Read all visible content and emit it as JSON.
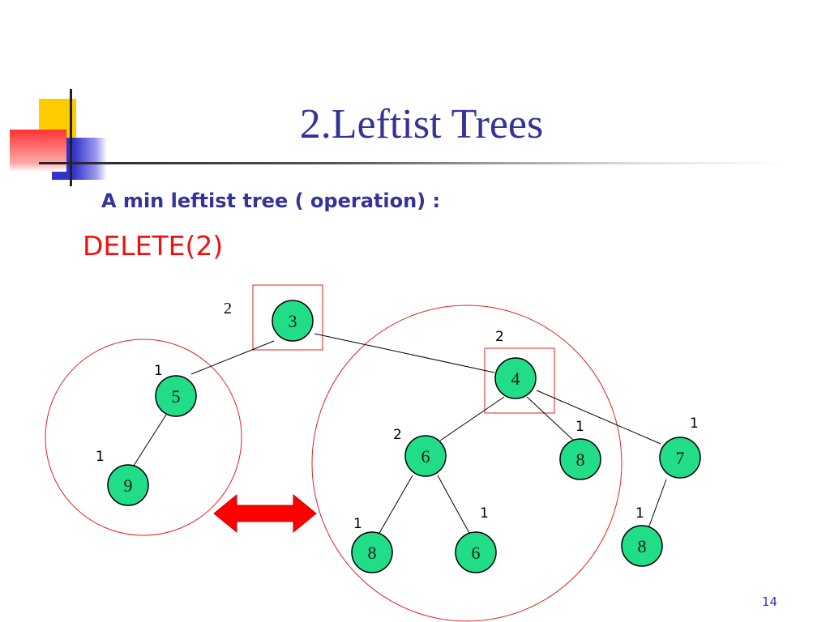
{
  "slide": {
    "title": "2.Leftist Trees",
    "subtitle": "A min leftist tree ( operation) :",
    "operation": "DELETE(2)",
    "page_number": "14"
  },
  "colors": {
    "title": "#33339a",
    "operation": "#ee1111",
    "node_fill": "#22dd88",
    "circle_outline": "#dd2222",
    "arrow": "#ff0000"
  },
  "tree": {
    "nodes": [
      {
        "id": "root-3",
        "label": "3",
        "npl": "2"
      },
      {
        "id": "left-5",
        "label": "5",
        "npl": "1"
      },
      {
        "id": "left-9",
        "label": "9",
        "npl": "1"
      },
      {
        "id": "right-4",
        "label": "4",
        "npl": "2"
      },
      {
        "id": "right-6",
        "label": "6",
        "npl": "2"
      },
      {
        "id": "right-8a",
        "label": "8",
        "npl": "1"
      },
      {
        "id": "right-7",
        "label": "7",
        "npl": "1"
      },
      {
        "id": "right-8b",
        "label": "8",
        "npl": "1"
      },
      {
        "id": "right-6b",
        "label": "6",
        "npl": "1"
      },
      {
        "id": "right-8c",
        "label": "8",
        "npl": "1"
      }
    ],
    "edges": [
      [
        "root-3",
        "left-5"
      ],
      [
        "root-3",
        "right-4"
      ],
      [
        "left-5",
        "left-9"
      ],
      [
        "right-4",
        "right-6"
      ],
      [
        "right-4",
        "right-8a"
      ],
      [
        "right-4",
        "right-7"
      ],
      [
        "right-6",
        "right-8b"
      ],
      [
        "right-6",
        "right-6b"
      ],
      [
        "right-7",
        "right-8c"
      ]
    ]
  }
}
